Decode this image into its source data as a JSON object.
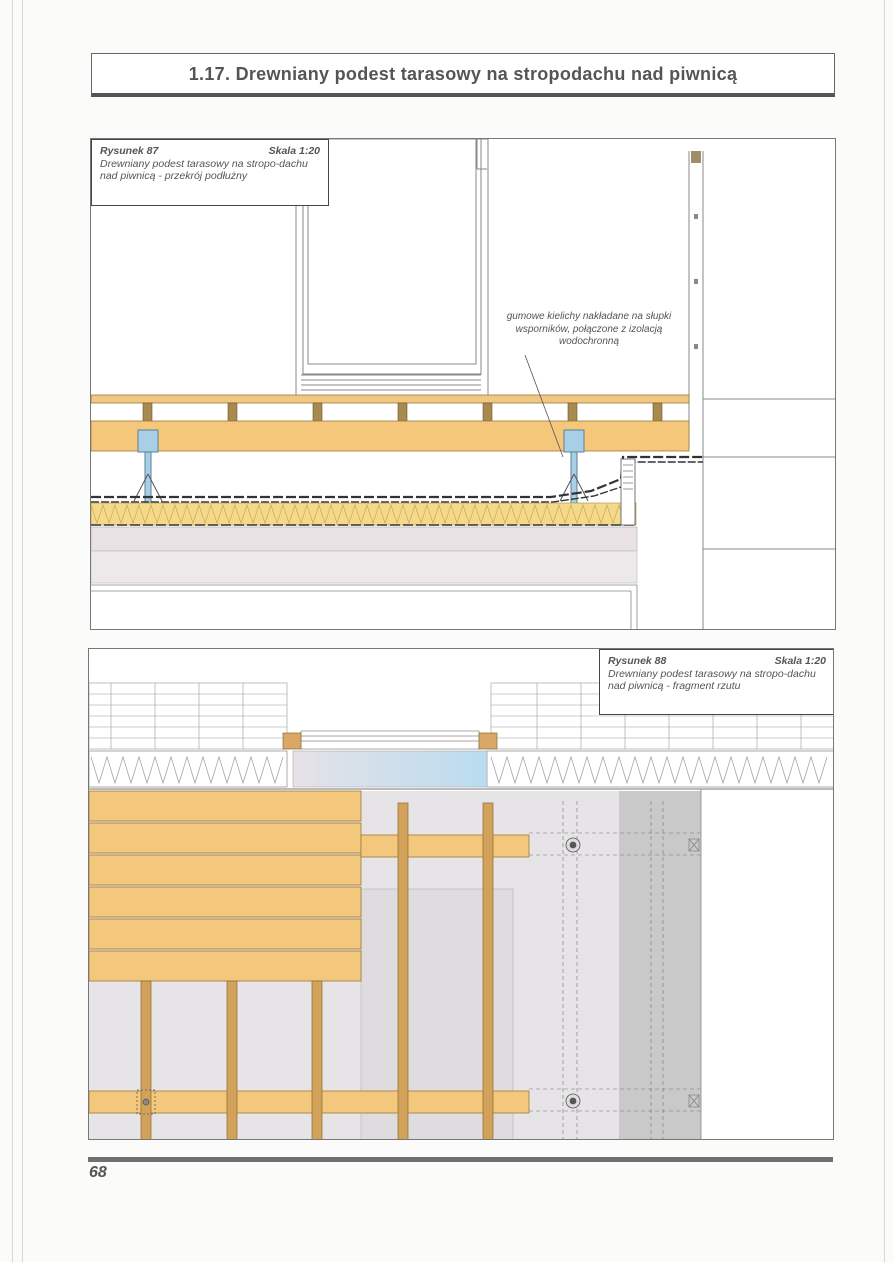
{
  "header": {
    "title": "1.17. Drewniany podest tarasowy na stropodachu nad piwnicą"
  },
  "figure87": {
    "number": "Rysunek 87",
    "scale": "Skala 1:20",
    "description": "Drewniany podest tarasowy na stropo-dachu nad piwnicą - przekrój podłużny",
    "annotation": "gumowe kielichy nakładane na słupki wsporników, połączone z izolacją wodochronną"
  },
  "figure88": {
    "number": "Rysunek 88",
    "scale": "Skala 1:20",
    "description": "Drewniany podest tarasowy na stropo-dachu nad piwnicą - fragment rzutu"
  },
  "footer": {
    "page_number": "68"
  },
  "colors": {
    "timber": "#f4c77b",
    "timber_edge": "#9a7a3a",
    "insulation": "#f5d98a",
    "concrete": "#e8e4e6",
    "pedestal": "#a8cfe6",
    "gray_wall": "#cdcdcd",
    "frame": "#777777"
  }
}
